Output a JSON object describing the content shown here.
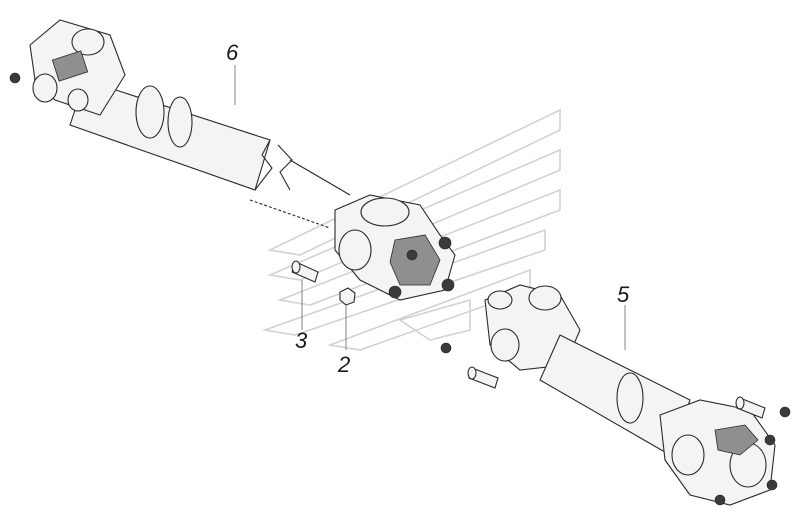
{
  "callouts": {
    "c6": "6",
    "c5": "5",
    "c3": "3",
    "c2": "2"
  }
}
